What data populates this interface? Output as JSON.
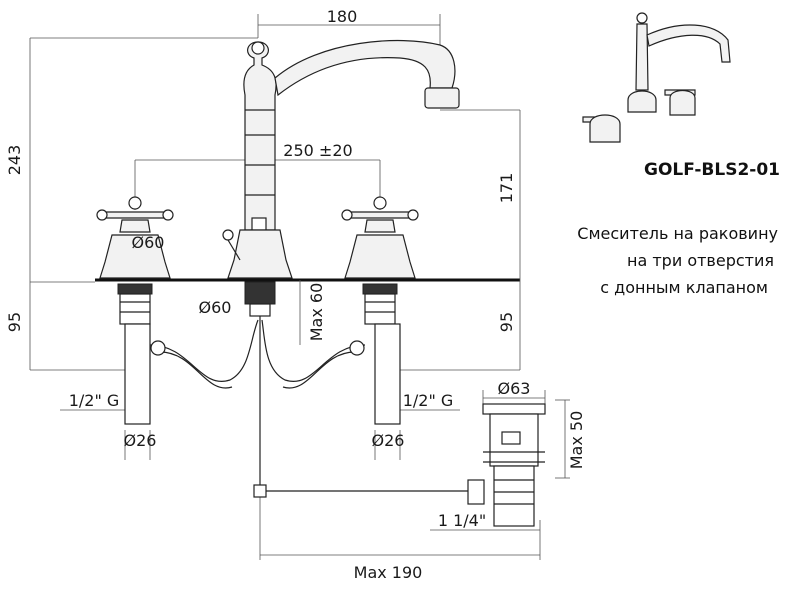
{
  "product": {
    "model": "GOLF-BLS2-01",
    "description_lines": [
      "Смеситель на раковину",
      "на три отверстия",
      "с донным клапаном"
    ]
  },
  "dimensions": {
    "spout_reach": "180",
    "total_height": "243",
    "center_distance": "250 ±20",
    "spout_height": "171",
    "handle_diameter": "Ø60",
    "base_diameter": "Ø60",
    "below_deck_left": "95",
    "below_deck_right": "95",
    "max_depth": "Max 60",
    "thread_left": "1/2\" G",
    "thread_right": "1/2\" G",
    "shank_left": "Ø26",
    "shank_right": "Ø26",
    "drain_diameter": "Ø63",
    "drain_max_height": "Max 50",
    "drain_thread": "1 1/4\"",
    "drain_max_length": "Max 190"
  },
  "colors": {
    "line": "#222222",
    "text": "#1a1a1a"
  }
}
